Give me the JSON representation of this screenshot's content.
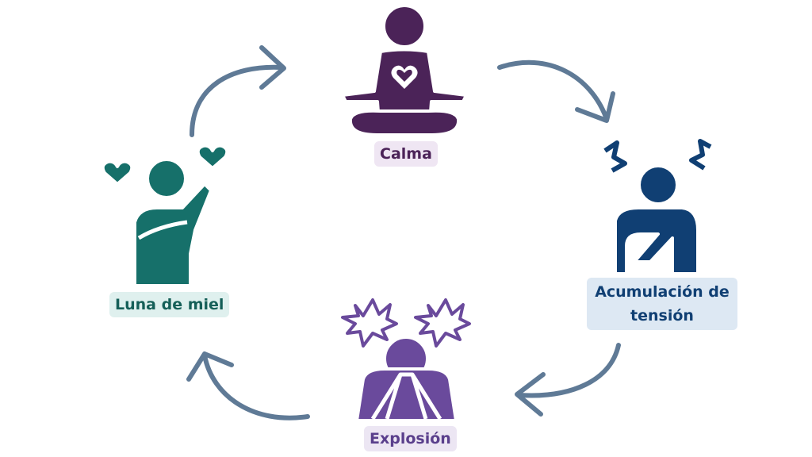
{
  "stages": [
    {
      "id": "calma",
      "label": "Calma",
      "icon": "meditating-person-heart-icon",
      "color": "#4b2358"
    },
    {
      "id": "tension",
      "label": "Acumulación de tensión",
      "icon": "hunched-person-stress-icon",
      "color": "#103f73"
    },
    {
      "id": "explosion",
      "label": "Explosión",
      "icon": "person-covering-face-icon",
      "color": "#6a4a9c"
    },
    {
      "id": "luna",
      "label": "Luna de miel",
      "icon": "person-hugging-self-hearts-icon",
      "color": "#16706a"
    }
  ],
  "arrow_color": "#5f7a96"
}
